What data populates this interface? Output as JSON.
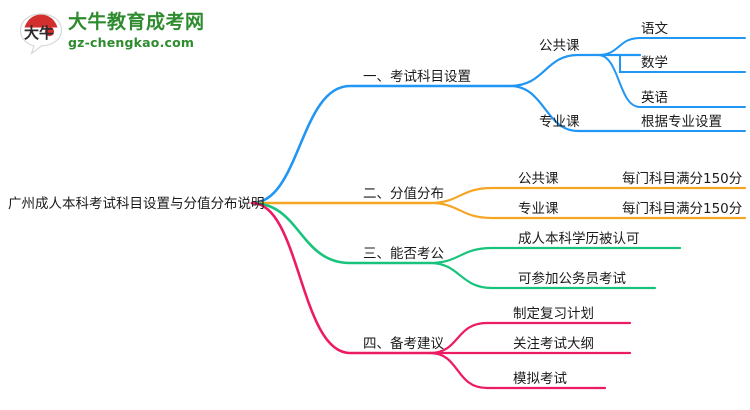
{
  "logo": {
    "mark_text": "大牛",
    "brand_name": "大牛教育成考网",
    "url": "gz-chengkao.com",
    "brand_color": "#2e8b2e",
    "mark_accent_color": "#d32f2f"
  },
  "mindmap": {
    "root": "广州成人本科考试科目设置与分值分布说明",
    "colors": {
      "branch1": "#2196f3",
      "branch2": "#f5a623",
      "branch3": "#18c47c",
      "branch4": "#ec1b63"
    },
    "branches": [
      {
        "label": "一、考试科目设置",
        "color": "#2196f3",
        "children": [
          {
            "label": "公共课",
            "children": [
              {
                "label": "语文"
              },
              {
                "label": "数学"
              },
              {
                "label": "英语"
              }
            ]
          },
          {
            "label": "专业课",
            "children": [
              {
                "label": "根据专业设置"
              }
            ]
          }
        ]
      },
      {
        "label": "二、分值分布",
        "color": "#f5a623",
        "children": [
          {
            "label": "公共课",
            "children": [
              {
                "label": "每门科目满分150分"
              }
            ]
          },
          {
            "label": "专业课",
            "children": [
              {
                "label": "每门科目满分150分"
              }
            ]
          }
        ]
      },
      {
        "label": "三、能否考公",
        "color": "#18c47c",
        "children": [
          {
            "label": "成人本科学历被认可",
            "children": []
          },
          {
            "label": "可参加公务员考试",
            "children": []
          }
        ]
      },
      {
        "label": "四、备考建议",
        "color": "#ec1b63",
        "children": [
          {
            "label": "制定复习计划",
            "children": []
          },
          {
            "label": "关注考试大纲",
            "children": []
          },
          {
            "label": "模拟考试",
            "children": []
          }
        ]
      }
    ]
  }
}
